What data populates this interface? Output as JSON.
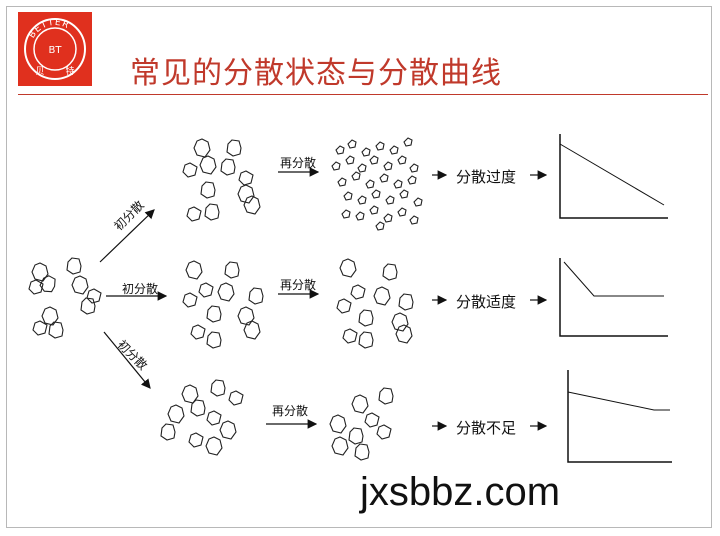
{
  "title": "常见的分散状态与分散曲线",
  "logo": {
    "ring_text": "BETTER",
    "center_text": "BT",
    "bottom_left": "贝",
    "bottom_right": "特",
    "color": "#e0301e"
  },
  "labels": {
    "initial_up": "初分散",
    "initial_mid": "初分散",
    "initial_down": "初分散",
    "re_top": "再分散",
    "re_mid": "再分散",
    "re_bottom": "再分散"
  },
  "states": {
    "over": "分散过度",
    "proper": "分散适度",
    "insufficient": "分散不足"
  },
  "watermark": "jxsbbz.com",
  "colors": {
    "accent": "#c0392b",
    "ink": "#111111"
  }
}
